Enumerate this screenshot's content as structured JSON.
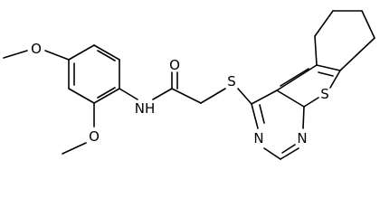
{
  "structure": {
    "atom_labels": {
      "o_methoxy_top": "O",
      "o_methoxy_bottom": "O",
      "o_carbonyl": "O",
      "nh": "NH",
      "s_thioether": "S",
      "s_thiophene": "S",
      "n_pyrimidine_left": "N",
      "n_pyrimidine_right": "N"
    }
  }
}
